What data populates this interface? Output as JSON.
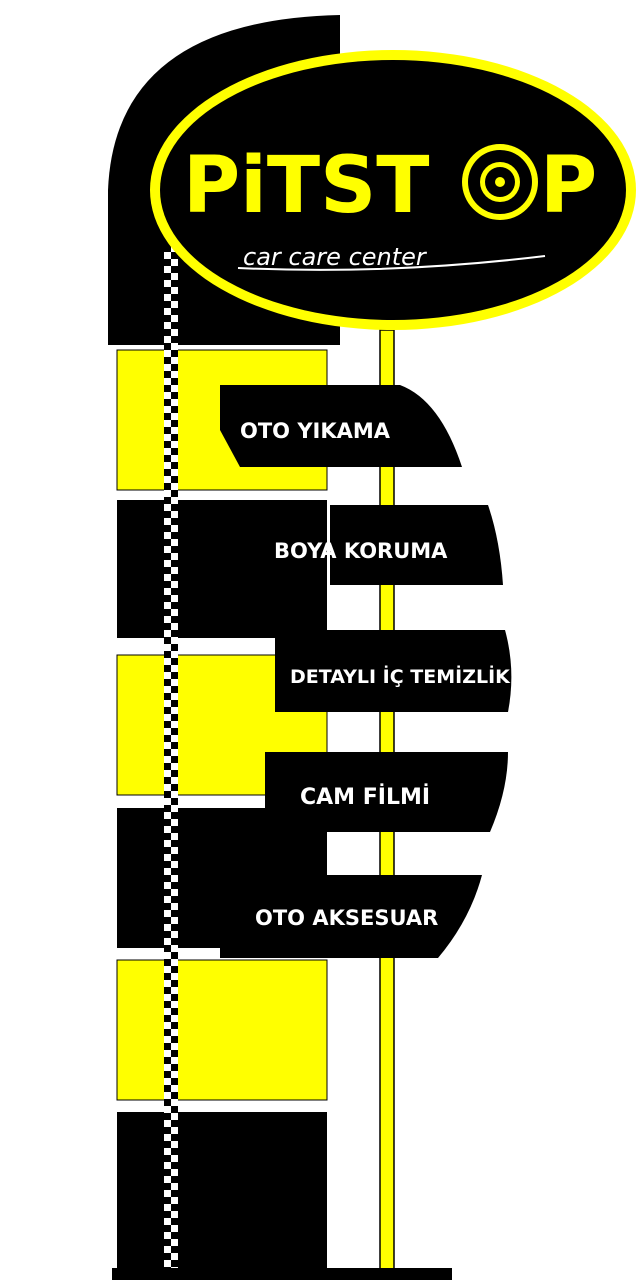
{
  "brand": {
    "name_part1": "PiTST",
    "name_part2": "P",
    "tagline": "car care center"
  },
  "services": [
    {
      "label": "OTO YIKAMA"
    },
    {
      "label": "BOYA KORUMA"
    },
    {
      "label": "DETAYLI İÇ TEMİZLİK"
    },
    {
      "label": "CAM FİLMİ"
    },
    {
      "label": "OTO AKSESUAR"
    }
  ],
  "colors": {
    "yellow": "#ffff00",
    "black": "#000000",
    "white": "#ffffff"
  },
  "icons": {
    "logo_o_letter": "tire-icon"
  }
}
